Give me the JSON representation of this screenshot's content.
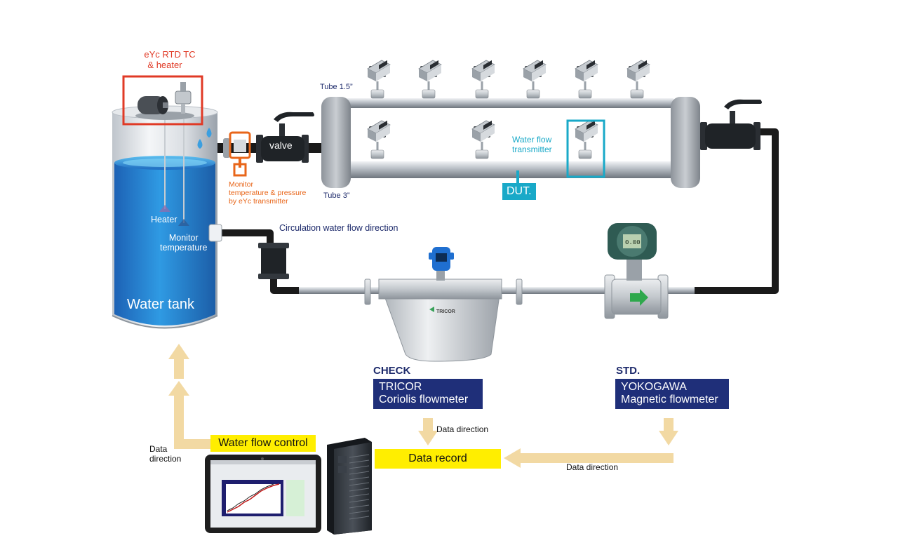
{
  "labels": {
    "rtd_title": "eYc RTD TC",
    "rtd_sub": "& heater",
    "valve": "valve",
    "monitor_tp_1": "Monitor",
    "monitor_tp_2": "temperature & pressure",
    "monitor_tp_3": "by eYc transmitter",
    "tube_small": "Tube 1.5”",
    "tube_large": "Tube 3”",
    "wft_1": "Water flow",
    "wft_2": "transmitter",
    "dut": "DUT.",
    "heater": "Heater",
    "monitor_temp_1": "Monitor",
    "monitor_temp_2": "temperature",
    "water_tank": "Water tank",
    "circulation": "Circulation water flow direction",
    "check": "CHECK",
    "tricor_1": "TRICOR",
    "tricor_2": "Coriolis flowmeter",
    "std": "STD.",
    "yoko_1": "YOKOGAWA",
    "yoko_2": "Magnetic flowmeter",
    "data_dir_check": "Data direction",
    "data_dir_std": "Data direction",
    "data_dir_left_1": "Data",
    "data_dir_left_2": "direction",
    "water_flow_control": "Water flow control",
    "data_record": "Data record",
    "tricor_brand": "TRICOR",
    "meter_display": "0.00"
  },
  "colors": {
    "tank_blue": "#1f7fd0",
    "pipe_black": "#1a1a1a",
    "arrow_beige": "#f2d9a3",
    "navy": "#1f2f79",
    "yellow": "#ffee00",
    "cyan": "#19a9c8",
    "red": "#e03a26",
    "orange": "#e8661a"
  }
}
